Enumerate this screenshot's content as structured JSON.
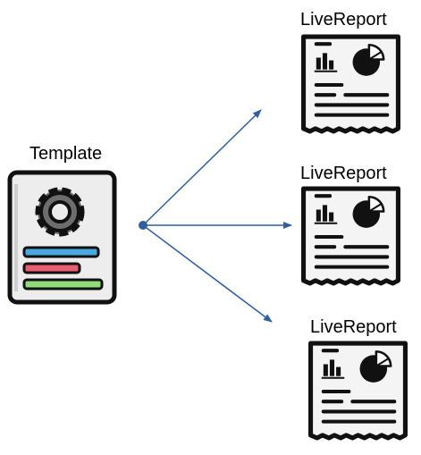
{
  "template": {
    "label": "Template",
    "icon": "template-document-icon",
    "bar_colors": [
      "#4aa8e0",
      "#e86070",
      "#8fdc7a"
    ]
  },
  "reports": [
    {
      "label": "LiveReport",
      "icon": "report-document-icon"
    },
    {
      "label": "LiveReport",
      "icon": "report-document-icon"
    },
    {
      "label": "LiveReport",
      "icon": "report-document-icon"
    }
  ],
  "colors": {
    "arrow": "#2f5f9e",
    "outline": "#111111",
    "doc_fill": "#f0f0f0",
    "gear_fill": "#6d6d6d"
  }
}
